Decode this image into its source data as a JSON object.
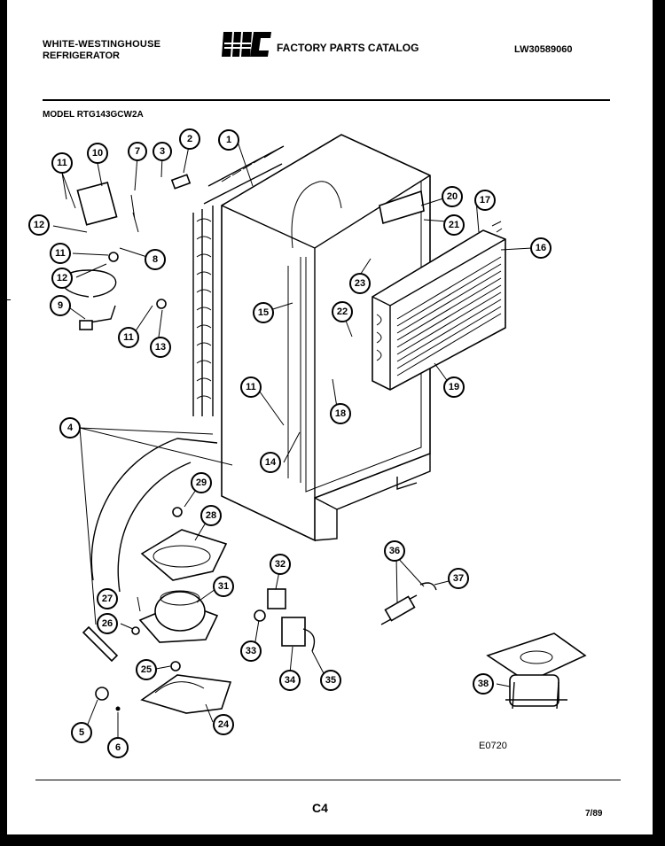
{
  "header": {
    "brand_line1": "WHITE-WESTINGHOUSE",
    "brand_line2": "REFRIGERATOR",
    "logo_text": "WCI",
    "catalog_title": "FACTORY PARTS CATALOG",
    "part_number": "LW30589060"
  },
  "model": "MODEL RTG143GCW2A",
  "diagram_code": "E0720",
  "footer": {
    "page": "C4",
    "date": "7/89"
  },
  "callouts": [
    "1",
    "2",
    "3",
    "4",
    "5",
    "6",
    "7",
    "8",
    "9",
    "10",
    "11",
    "12",
    "13",
    "14",
    "15",
    "16",
    "17",
    "18",
    "19",
    "20",
    "21",
    "22",
    "23",
    "24",
    "25",
    "26",
    "27",
    "28",
    "29",
    "31",
    "32",
    "33",
    "34",
    "35",
    "36",
    "37",
    "38"
  ]
}
